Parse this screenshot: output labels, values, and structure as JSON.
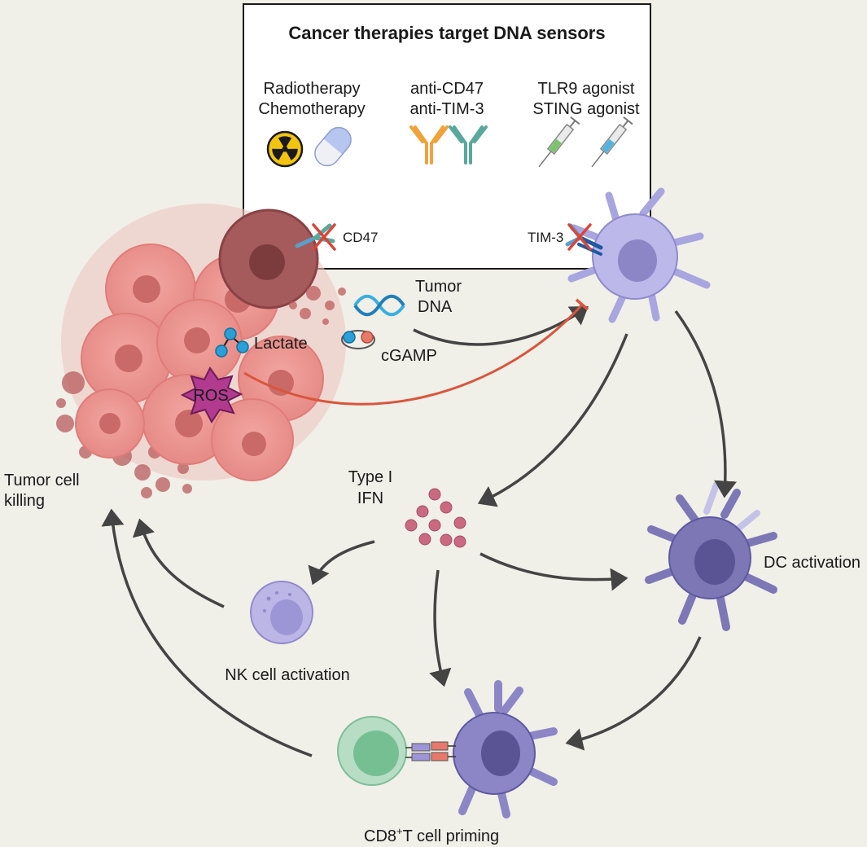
{
  "box": {
    "title": "Cancer therapies target DNA sensors",
    "therapy1_line1": "Radiotherapy",
    "therapy1_line2": "Chemotherapy",
    "therapy2_line1": "anti-CD47",
    "therapy2_line2": "anti-TIM-3",
    "therapy3_line1": "TLR9 agonist",
    "therapy3_line2": "STING agonist",
    "cd47_label": "CD47",
    "tim3_label": "TIM-3"
  },
  "labels": {
    "tumor_dna_line1": "Tumor",
    "tumor_dna_line2": "DNA",
    "cgamp": "cGAMP",
    "lactate": "Lactate",
    "ros": "ROS",
    "tumor_killing_line1": "Tumor cell",
    "tumor_killing_line2": "killing",
    "ifn_line1": "Type I",
    "ifn_line2": "IFN",
    "dc_activation": "DC activation",
    "nk_activation": "NK cell activation",
    "cd8_prefix": "CD8",
    "cd8_sup": "+",
    "cd8_suffix": "T cell priming"
  },
  "colors": {
    "background": "#f0efe8",
    "arrow": "#444444",
    "inhibition": "#d9553c",
    "tumor_cell": "#e88b8b",
    "tumor_nucleus": "#c76565",
    "dc_light": "#b9b6e6",
    "dc_dark": "#7d77b6",
    "nk_cell": "#bcb6e6",
    "t_cell": "#8cc9a3",
    "ifn_dot": "#c96a80",
    "ros_star": "#b23a8f",
    "dna": "#3aaee0"
  },
  "icons": [
    "radiation-icon",
    "pill-icon",
    "antibody-icon",
    "syringe-icon",
    "dna-icon",
    "cgamp-icon",
    "lactate-molecule-icon",
    "ros-star-icon"
  ]
}
